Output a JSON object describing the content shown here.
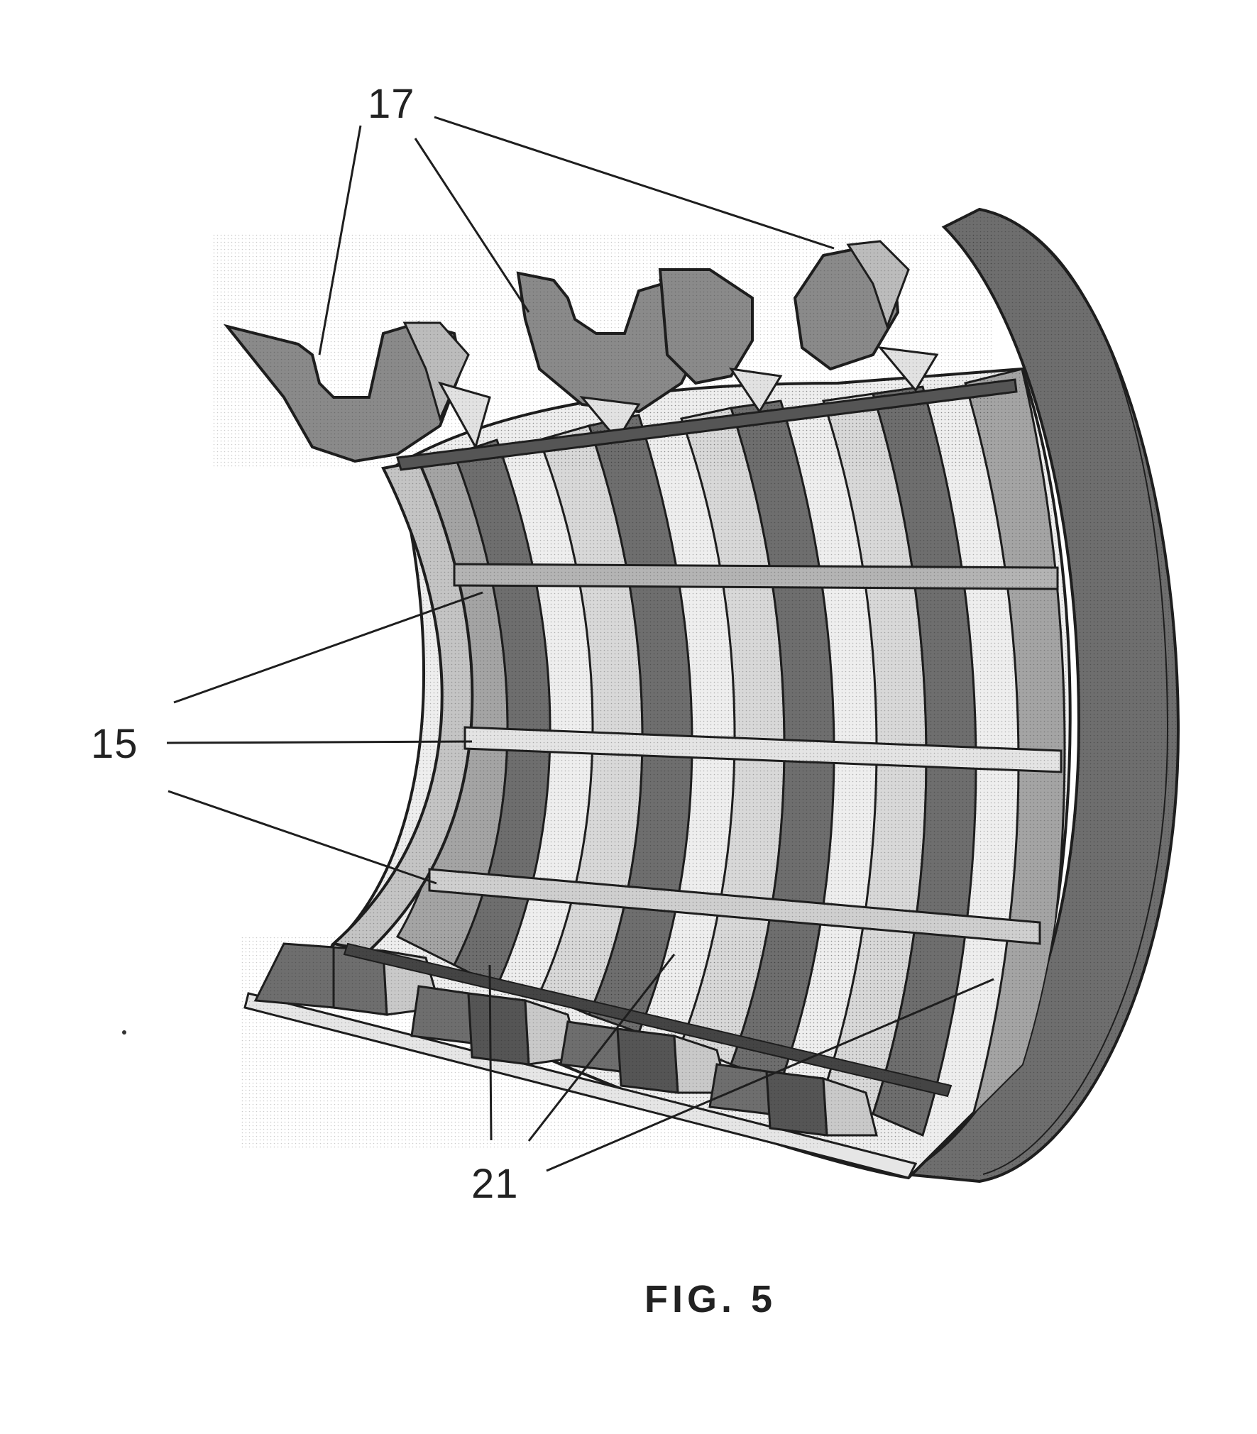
{
  "figure": {
    "caption": "FIG. 5",
    "reference_labels": {
      "ribs": "17",
      "stringers": "15",
      "floor_supports": "21"
    }
  },
  "colors": {
    "background": "#ffffff",
    "dark_face": "#6e6e6e",
    "mid_face": "#a4a4a4",
    "light_face": "#d8d8d8",
    "line": "#1e1e1e"
  }
}
